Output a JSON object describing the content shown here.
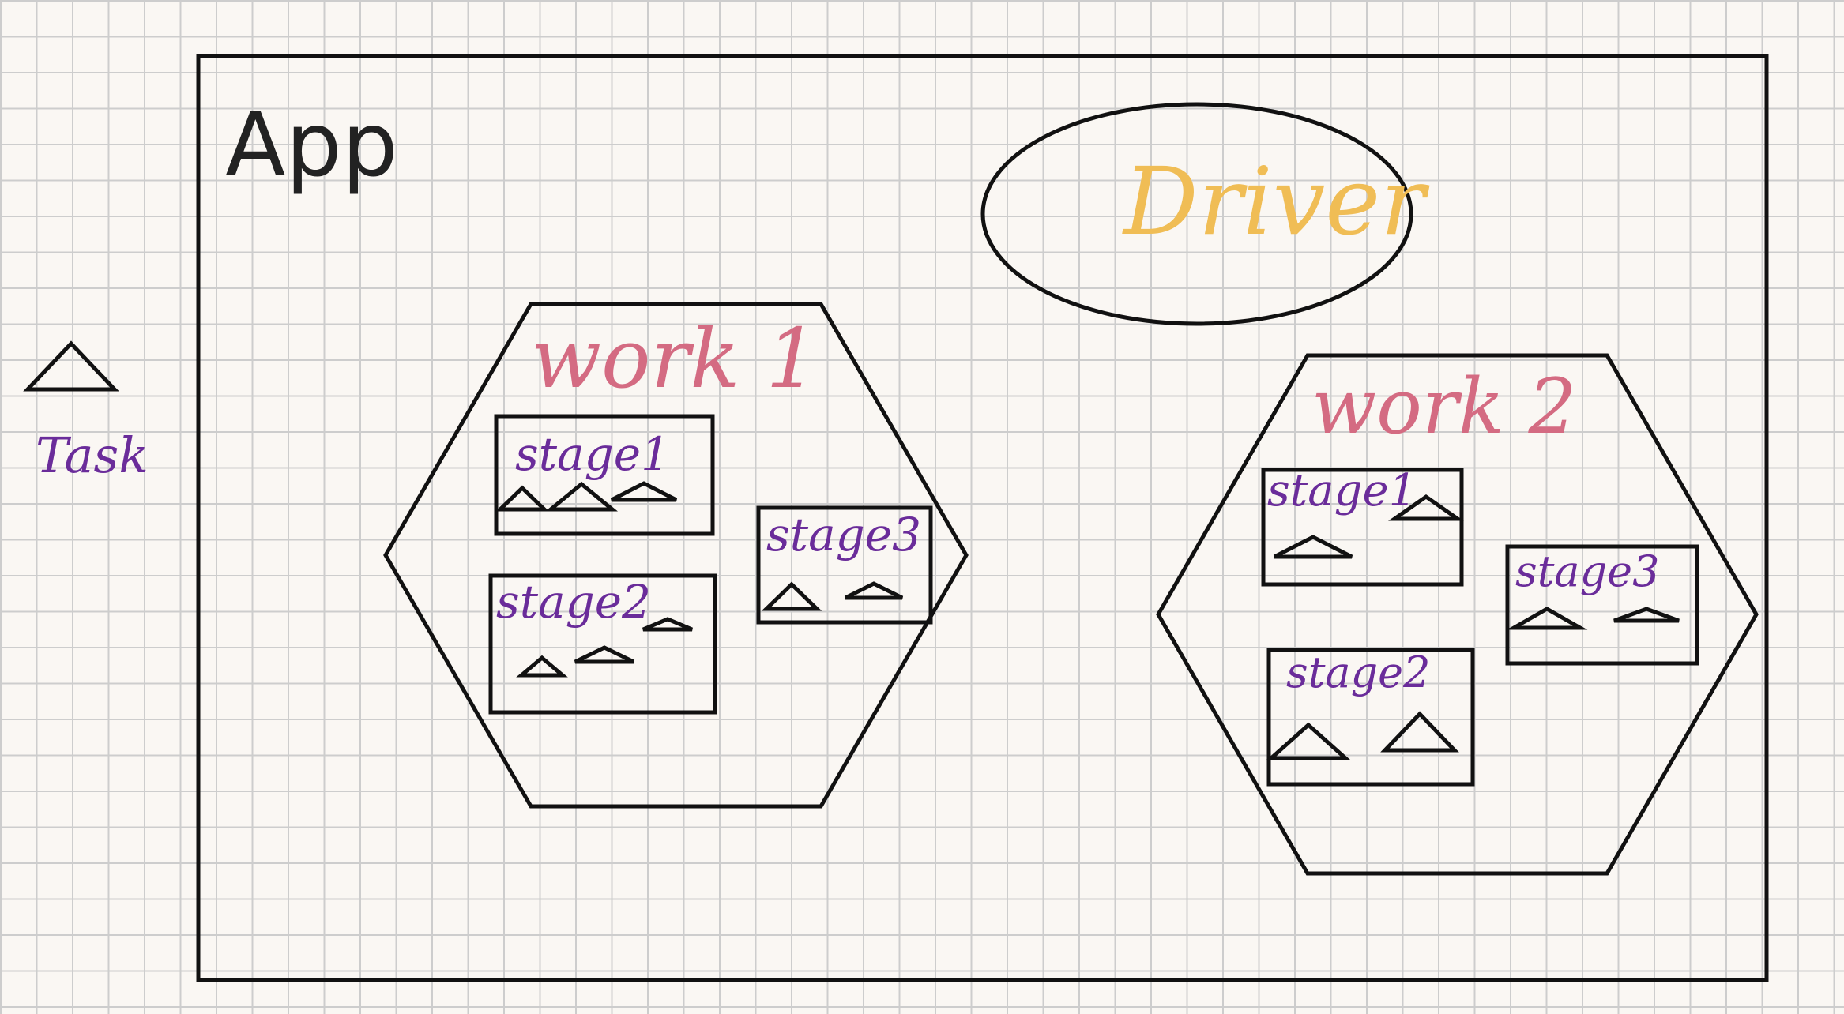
{
  "colors": {
    "ink": "#111111",
    "task": "#6a2c9a",
    "work": "#d46b82",
    "driver": "#f0bd55",
    "grid": "#cdcdcd",
    "paper": "#faf7f3"
  },
  "legend": {
    "task_label": "Task"
  },
  "app": {
    "label": "App"
  },
  "driver": {
    "label": "Driver"
  },
  "workers": [
    {
      "label": "work 1",
      "stages": [
        {
          "label": "stage1",
          "task_count": 3
        },
        {
          "label": "stage2",
          "task_count": 3
        },
        {
          "label": "stage3",
          "task_count": 2
        }
      ]
    },
    {
      "label": "work 2",
      "stages": [
        {
          "label": "stage1",
          "task_count": 2
        },
        {
          "label": "stage3",
          "task_count": 2
        },
        {
          "label": "stage2",
          "task_count": 2
        }
      ]
    }
  ]
}
